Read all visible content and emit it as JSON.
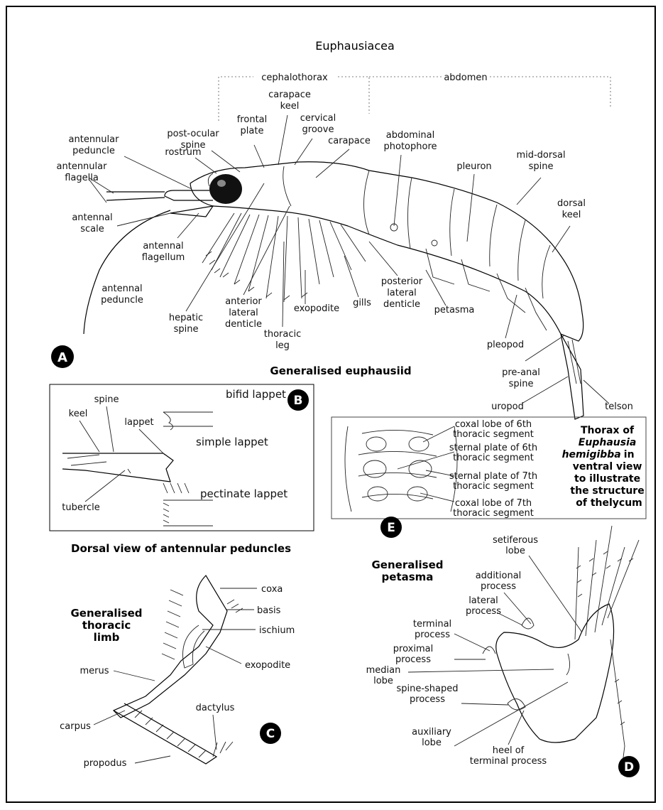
{
  "title": "Euphausiacea",
  "regions": {
    "cephalothorax": "cephalothorax",
    "abdomen": "abdomen"
  },
  "panel_a": {
    "letter": "A",
    "caption": "Generalised euphausiid",
    "labels": {
      "antennular_peduncle": [
        "antennular",
        "peduncle"
      ],
      "antennular_flagella": [
        "antennular",
        "flagella"
      ],
      "antennal_scale": [
        "antennal",
        "scale"
      ],
      "antennal_flagellum": [
        "antennal",
        "flagellum"
      ],
      "antennal_peduncle": [
        "antennal",
        "peduncle"
      ],
      "rostrum": [
        "rostrum"
      ],
      "post_ocular_spine": [
        "post-ocular",
        "spine"
      ],
      "frontal_plate": [
        "frontal",
        "plate"
      ],
      "carapace_keel": [
        "carapace",
        "keel"
      ],
      "cervical_groove": [
        "cervical",
        "groove"
      ],
      "carapace": [
        "carapace"
      ],
      "abdominal_photophore": [
        "abdominal",
        "photophore"
      ],
      "pleuron": [
        "pleuron"
      ],
      "mid_dorsal_spine": [
        "mid-dorsal",
        "spine"
      ],
      "dorsal_keel": [
        "dorsal",
        "keel"
      ],
      "hepatic_spine": [
        "hepatic",
        "spine"
      ],
      "anterior_lateral_denticle": [
        "anterior",
        "lateral",
        "denticle"
      ],
      "thoracic_leg": [
        "thoracic",
        "leg"
      ],
      "exopodite": [
        "exopodite"
      ],
      "gills": [
        "gills"
      ],
      "posterior_lateral_denticle": [
        "posterior",
        "lateral",
        "denticle"
      ],
      "petasma": [
        "petasma"
      ],
      "pleopod": [
        "pleopod"
      ],
      "pre_anal_spine": [
        "pre-anal",
        "spine"
      ],
      "uropod": [
        "uropod"
      ],
      "telson": [
        "telson"
      ]
    }
  },
  "panel_b": {
    "letter": "B",
    "caption": "Dorsal view of antennular peduncles",
    "labels": {
      "bifid_lappet": "bifid lappet",
      "simple_lappet": "simple lappet",
      "pectinate_lappet": "pectinate lappet",
      "spine": "spine",
      "keel": "keel",
      "lappet": "lappet",
      "tubercle": "tubercle"
    }
  },
  "panel_c": {
    "letter": "C",
    "caption": [
      "Generalised",
      "thoracic",
      "limb"
    ],
    "labels": {
      "coxa": "coxa",
      "basis": "basis",
      "ischium": "ischium",
      "exopodite": "exopodite",
      "merus": "merus",
      "carpus": "carpus",
      "propodus": "propodus",
      "dactylus": "dactylus"
    }
  },
  "panel_d": {
    "letter": "D",
    "caption": [
      "Generalised",
      "petasma"
    ],
    "labels": {
      "setiferous_lobe": [
        "setiferous",
        "lobe"
      ],
      "additional_process": [
        "additional",
        "process"
      ],
      "lateral_process": [
        "lateral",
        "process"
      ],
      "terminal_process": [
        "terminal",
        "process"
      ],
      "proximal_process": [
        "proximal",
        "process"
      ],
      "median_lobe": [
        "median",
        "lobe"
      ],
      "spine_shaped_process": [
        "spine-shaped",
        "process"
      ],
      "auxiliary_lobe": [
        "auxiliary",
        "lobe"
      ],
      "heel_of_terminal_process": [
        "heel of",
        "terminal process"
      ]
    }
  },
  "panel_e": {
    "letter": "E",
    "caption_lines": [
      "Thorax of",
      "Euphausia",
      "hemigibba",
      "ventral view",
      "to illustrate",
      "the structure",
      "of thelycum"
    ],
    "caption_suffix": "in",
    "labels": {
      "coxal_lobe_6": [
        "coxal lobe of 6th",
        "thoracic segment"
      ],
      "sternal_plate_6": [
        "sternal plate of 6th",
        "thoracic segment"
      ],
      "sternal_plate_7": [
        "sternal plate of 7th",
        "thoracic segment"
      ],
      "coxal_lobe_7": [
        "coxal lobe of 7th",
        "thoracic segment"
      ]
    }
  }
}
